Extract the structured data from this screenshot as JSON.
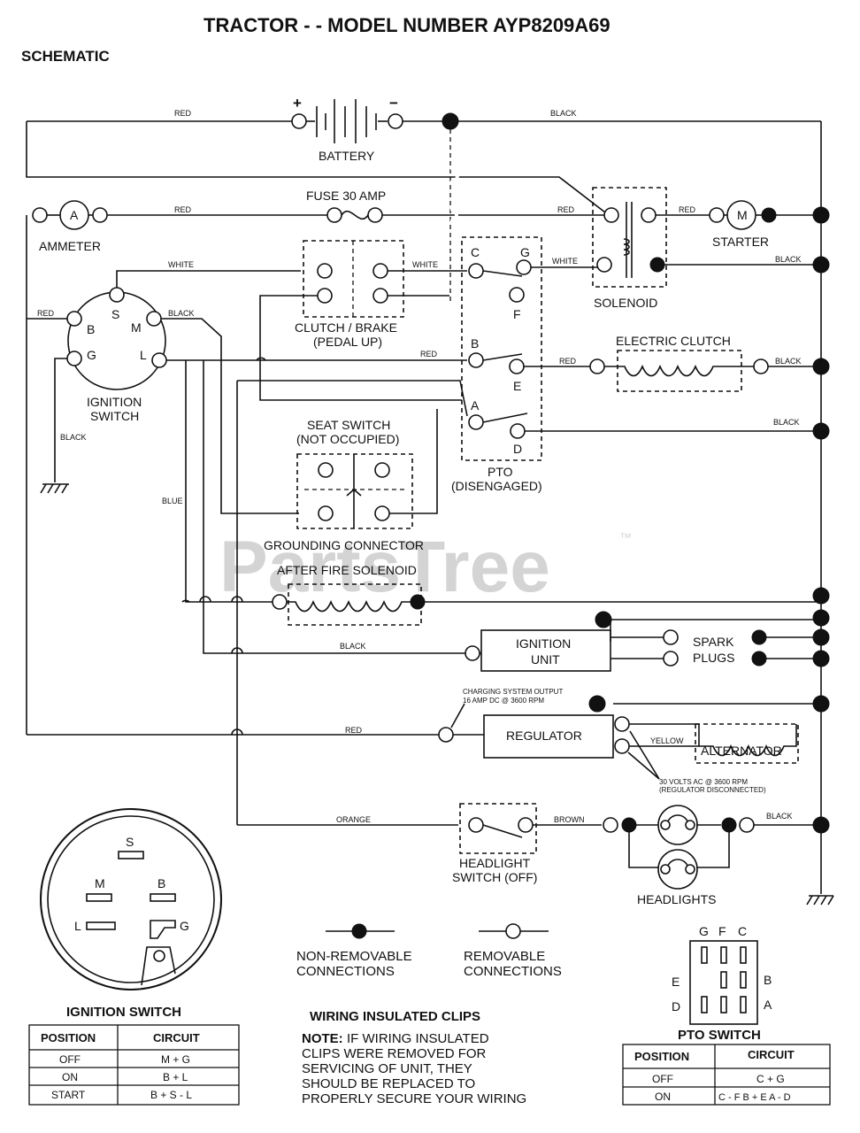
{
  "title": "TRACTOR - - MODEL NUMBER AYP8209A69",
  "subtitle": "SCHEMATIC",
  "watermark": "PartsTree",
  "trademark": "™",
  "components": {
    "battery": "BATTERY",
    "plus": "+",
    "minus": "−",
    "fuse": "FUSE 30 AMP",
    "ammeter": "AMMETER",
    "ammeter_symbol": "A",
    "starter": "STARTER",
    "starter_symbol": "M",
    "solenoid": "SOLENOID",
    "clutch_brake_1": "CLUTCH / BRAKE",
    "clutch_brake_2": "(PEDAL UP)",
    "electric_clutch": "ELECTRIC CLUTCH",
    "ignition_switch_1": "IGNITION",
    "ignition_switch_2": "SWITCH",
    "seat_switch_1": "SEAT SWITCH",
    "seat_switch_2": "(NOT OCCUPIED)",
    "pto_1": "PTO",
    "pto_2": "(DISENGAGED)",
    "grounding_connector": "GROUNDING CONNECTOR",
    "after_fire_solenoid": "AFTER FIRE SOLENOID",
    "ignition_unit_1": "IGNITION",
    "ignition_unit_2": "UNIT",
    "spark_plugs_1": "SPARK",
    "spark_plugs_2": "PLUGS",
    "regulator": "REGULATOR",
    "alternator": "ALTERNATOR",
    "charging_1": "CHARGING SYSTEM OUTPUT",
    "charging_2": "16 AMP DC @ 3600 RPM",
    "volts_1": "30 VOLTS AC @ 3600 RPM",
    "volts_2": "(REGULATOR DISCONNECTED)",
    "headlight_switch_1": "HEADLIGHT",
    "headlight_switch_2": "SWITCH (OFF)",
    "headlights": "HEADLIGHTS"
  },
  "terminals": {
    "ign_S": "S",
    "ign_B": "B",
    "ign_M": "M",
    "ign_G": "G",
    "ign_L": "L",
    "pto_C": "C",
    "pto_G": "G",
    "pto_F": "F",
    "pto_B": "B",
    "pto_E": "E",
    "pto_A": "A",
    "pto_D": "D"
  },
  "wires": {
    "red": "RED",
    "black": "BLACK",
    "white": "WHITE",
    "blue": "BLUE",
    "yellow": "YELLOW",
    "orange": "ORANGE",
    "brown": "BROWN"
  },
  "legend": {
    "non_removable_1": "NON-REMOVABLE",
    "non_removable_2": "CONNECTIONS",
    "removable_1": "REMOVABLE",
    "removable_2": "CONNECTIONS"
  },
  "ignition_face": {
    "S": "S",
    "M": "M",
    "B": "B",
    "L": "L",
    "G": "G"
  },
  "ignition_table": {
    "title": "IGNITION SWITCH",
    "headers": [
      "POSITION",
      "CIRCUIT"
    ],
    "rows": [
      [
        "OFF",
        "M + G"
      ],
      [
        "ON",
        "B + L"
      ],
      [
        "START",
        "B + S - L"
      ]
    ]
  },
  "wiring_clips": {
    "title": "WIRING INSULATED CLIPS",
    "note_label": "NOTE:",
    "lines": [
      "IF WIRING INSULATED",
      "CLIPS WERE REMOVED FOR",
      "SERVICING OF UNIT, THEY",
      "SHOULD BE REPLACED TO",
      "PROPERLY SECURE YOUR WIRING"
    ]
  },
  "pto_face": {
    "G": "G",
    "F": "F",
    "C": "C",
    "E": "E",
    "B": "B",
    "D": "D",
    "A": "A"
  },
  "pto_table": {
    "title": "PTO SWITCH",
    "headers": [
      "POSITION",
      "CIRCUIT"
    ],
    "rows": [
      [
        "OFF",
        "C + G"
      ],
      [
        "ON",
        "C - F  B + E  A - D"
      ]
    ]
  }
}
